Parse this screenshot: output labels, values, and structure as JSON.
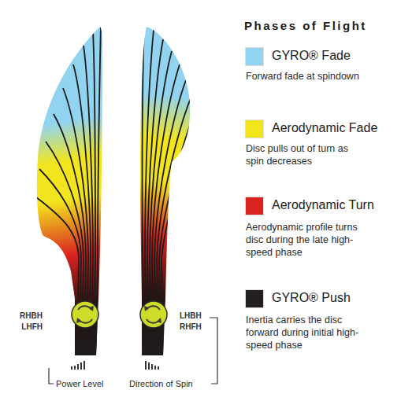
{
  "diagram": {
    "title": "Phases of Flight",
    "labels": [
      "Forward fade at spindown",
      "Disc pulls out of turn as spin decreases",
      "Aerodynamic profile turns disc during the late high-speed phase",
      "Inertia carries the disc forward during initial high-speed phase",
      "RHBH LHFH",
      "LHBH RHFH",
      "Power Level",
      "Direction of Spin"
    ],
    "legend": [
      {
        "text": "GYRO® Fade",
        "color": "#92d4ef"
      },
      {
        "text": "Aerodynamic Fade",
        "color": "#f2e51e"
      },
      {
        "text": "Aerodynamic Turn",
        "color": "#d9231f"
      },
      {
        "text": "GYRO® Push",
        "color": "#231f20"
      }
    ]
  }
}
